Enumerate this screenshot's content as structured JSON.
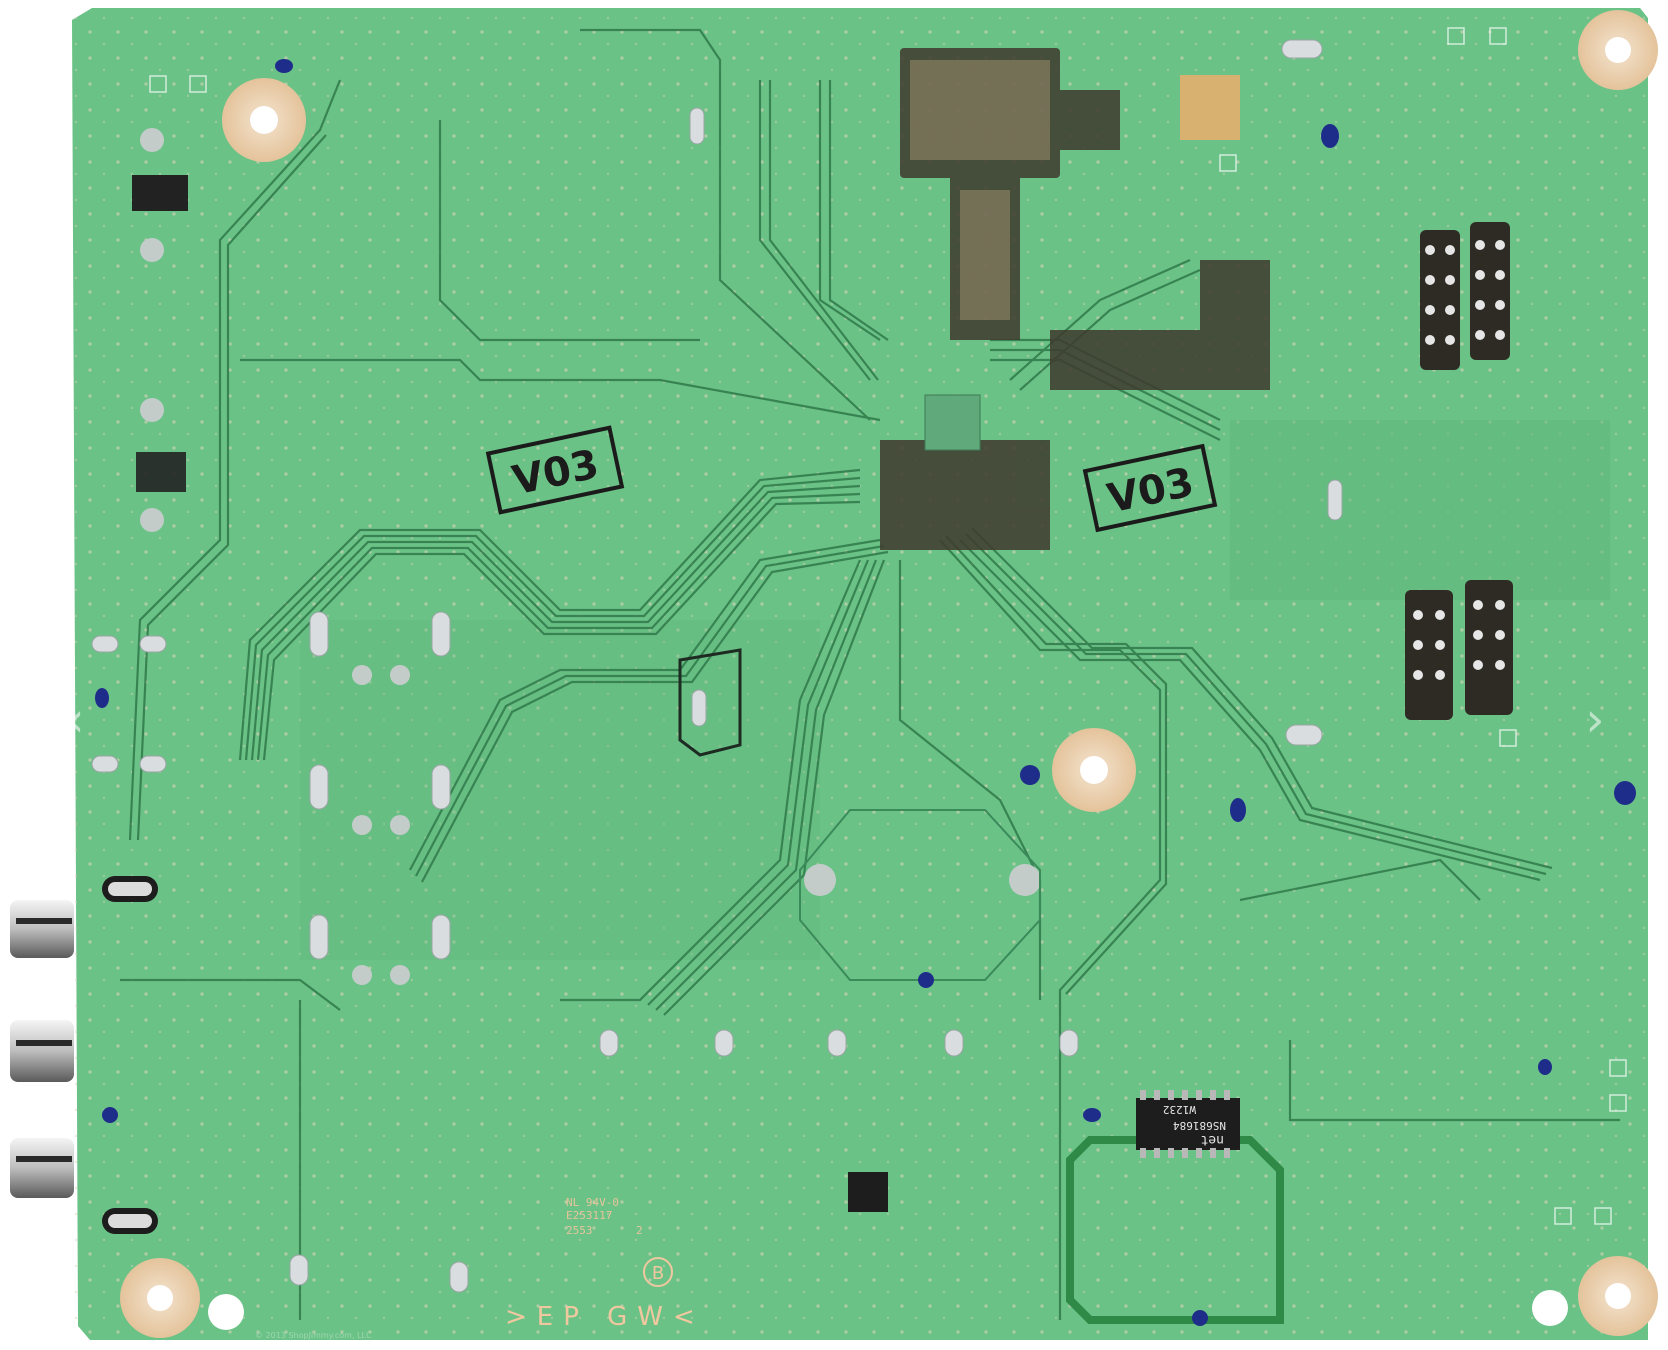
{
  "board": {
    "pcb_color": "#69bf86",
    "trace_color": "#2f7a4a",
    "pad_color": "#c9b18a",
    "silkscreen_color": "#f0c8a0",
    "rev_stamp_left": "V03",
    "rev_stamp_right": "V03",
    "ul_marking_line1": "NL 94V-0",
    "ul_marking_line2": "E253117",
    "date_code": "2553",
    "date_code_suffix": "2",
    "material_marking": ">EP GW<",
    "b_marking": "B",
    "copyright": "© 2013 ShopJimmy.com, LLC",
    "chip_label_line1": "net",
    "chip_label_line2": "NS681684",
    "chip_label_line3": "W1232",
    "rca_jacks": 3
  },
  "navigation": {
    "prev_icon": "chevron-left-icon",
    "next_icon": "chevron-right-icon",
    "prev_glyph": "‹",
    "next_glyph": "›"
  }
}
